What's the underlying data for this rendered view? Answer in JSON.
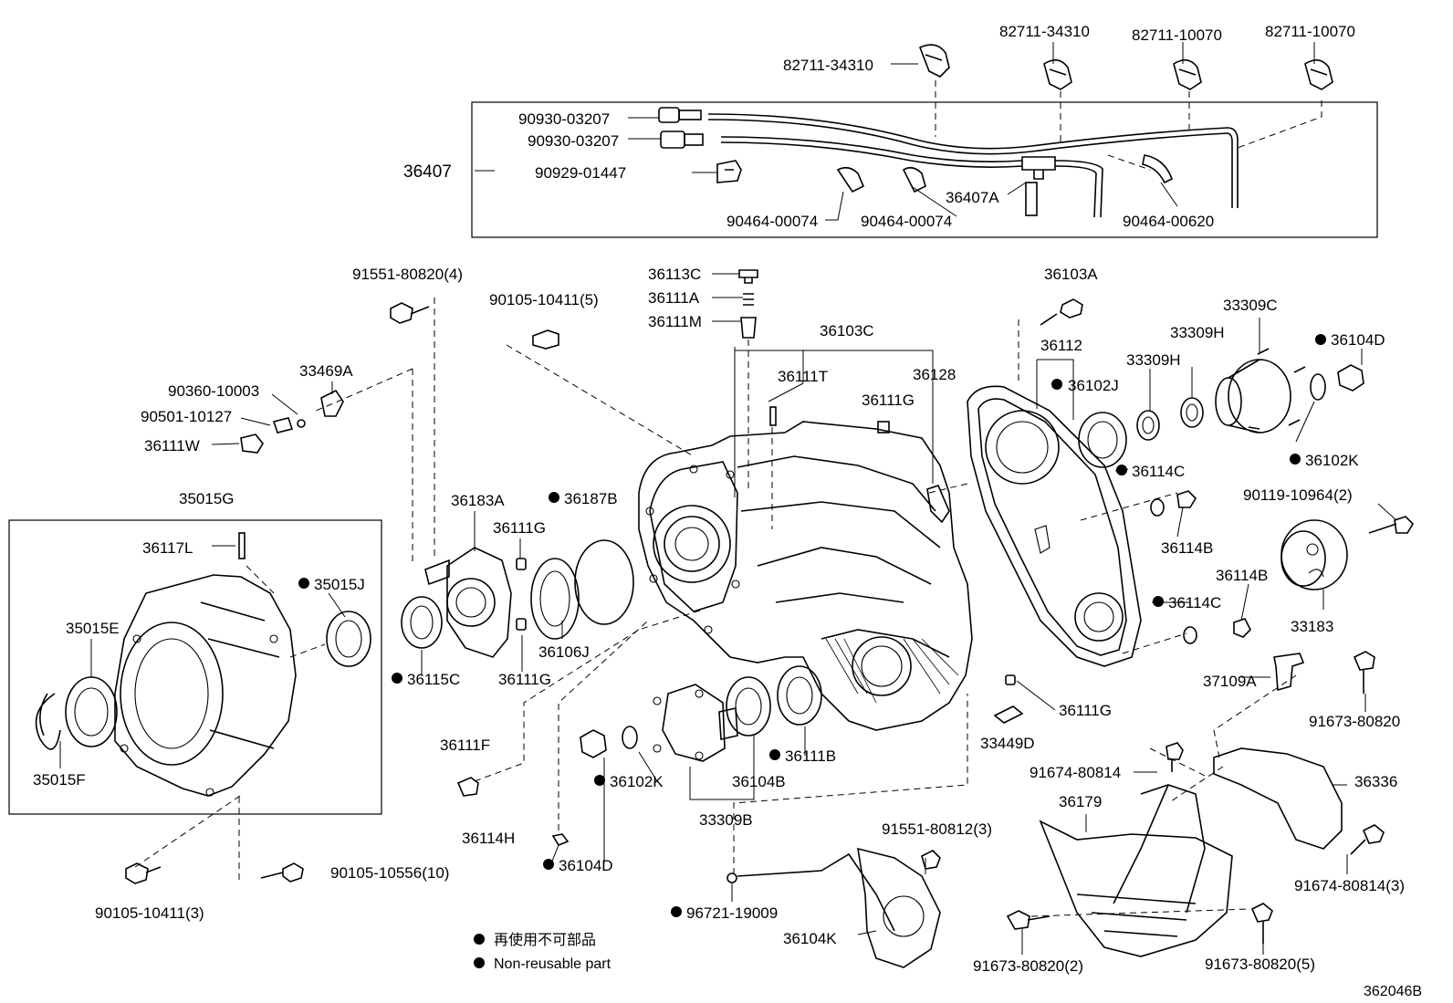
{
  "diagram_id": "362046B",
  "legend": {
    "jp_label": "再使用不可部品",
    "en_label": "Non-reusable part"
  },
  "callouts": [
    {
      "text": "82711-34310"
    },
    {
      "text": "82711-34310"
    },
    {
      "text": "82711-10070"
    },
    {
      "text": "82711-10070"
    },
    {
      "text": "90930-03207"
    },
    {
      "text": "90930-03207"
    },
    {
      "text": "90929-01447"
    },
    {
      "text": "90464-00074"
    },
    {
      "text": "90464-00074"
    },
    {
      "text": "36407A"
    },
    {
      "text": "90464-00620"
    },
    {
      "text": "36407"
    },
    {
      "text": "91551-80820(4)"
    },
    {
      "text": "90105-10411(5)"
    },
    {
      "text": "36113C"
    },
    {
      "text": "36111A"
    },
    {
      "text": "36111M"
    },
    {
      "text": "36103C"
    },
    {
      "text": "36111T"
    },
    {
      "text": "36128"
    },
    {
      "text": "36111G"
    },
    {
      "text": "36103A"
    },
    {
      "text": "36112"
    },
    {
      "text": "36102J"
    },
    {
      "text": "33309H"
    },
    {
      "text": "33309H"
    },
    {
      "text": "33309C"
    },
    {
      "text": "36104D"
    },
    {
      "text": "36102K"
    },
    {
      "text": "90360-10003"
    },
    {
      "text": "33469A"
    },
    {
      "text": "90501-10127"
    },
    {
      "text": "36111W"
    },
    {
      "text": "35015G"
    },
    {
      "text": "36117L"
    },
    {
      "text": "35015J"
    },
    {
      "text": "35015E"
    },
    {
      "text": "35015F"
    },
    {
      "text": "36183A"
    },
    {
      "text": "36187B"
    },
    {
      "text": "36111G"
    },
    {
      "text": "36106J"
    },
    {
      "text": "36111G"
    },
    {
      "text": "36115C"
    },
    {
      "text": "36114C"
    },
    {
      "text": "36114B"
    },
    {
      "text": "90119-10964(2)"
    },
    {
      "text": "33183"
    },
    {
      "text": "36114B"
    },
    {
      "text": "36114C"
    },
    {
      "text": "37109A"
    },
    {
      "text": "91673-80820"
    },
    {
      "text": "36111F"
    },
    {
      "text": "36111G"
    },
    {
      "text": "33449D"
    },
    {
      "text": "36102K"
    },
    {
      "text": "36111B"
    },
    {
      "text": "36104B"
    },
    {
      "text": "33309B"
    },
    {
      "text": "36114H"
    },
    {
      "text": "36104D"
    },
    {
      "text": "91674-80814"
    },
    {
      "text": "36336"
    },
    {
      "text": "36179"
    },
    {
      "text": "91551-80812(3)"
    },
    {
      "text": "96721-19009"
    },
    {
      "text": "36104K"
    },
    {
      "text": "91674-80814(3)"
    },
    {
      "text": "91673-80820(2)"
    },
    {
      "text": "91673-80820(5)"
    },
    {
      "text": "90105-10556(10)"
    },
    {
      "text": "90105-10411(3)"
    }
  ]
}
